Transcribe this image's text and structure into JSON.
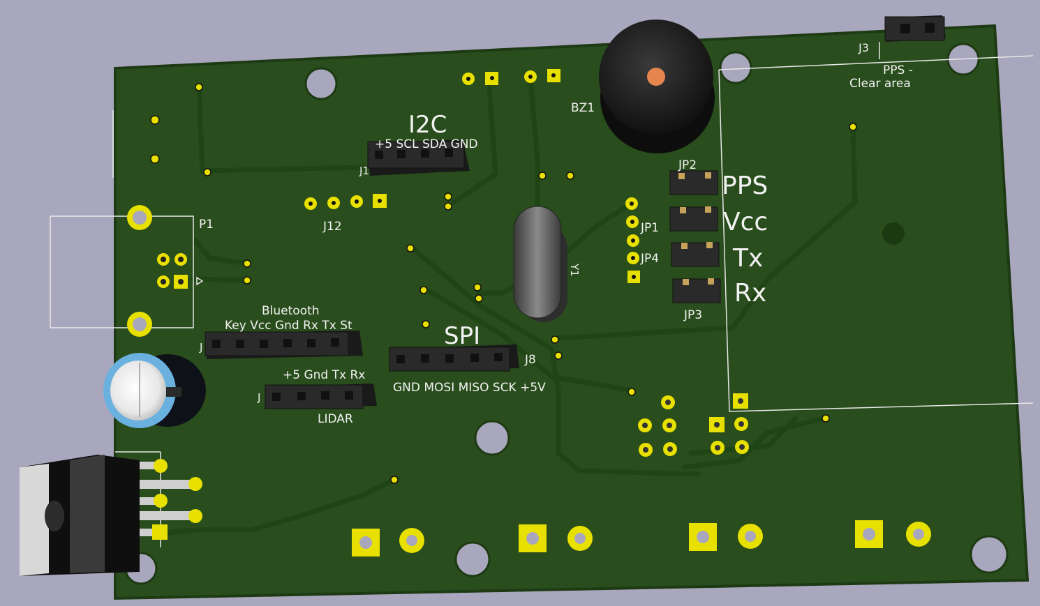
{
  "colors": {
    "background": "#a9a7bd",
    "board": "#294d1c",
    "board_edge": "#1e3a14",
    "trace": "#1f4515",
    "pad": "#e8e000",
    "silkscreen": "#f2f2f2",
    "header_body": "#2a2a2a"
  },
  "labels": {
    "i2c": "I2C",
    "i2c_pins": "+5  SCL  SDA  GND",
    "bz1": "BZ1",
    "j3": "J3",
    "pps_clear": "PPS -",
    "clear_area": "Clear area",
    "jp2": "JP2",
    "pps": "PPS",
    "jp1": "JP1",
    "vcc": "Vcc",
    "jp4": "JP4",
    "tx": "Tx",
    "rx": "Rx",
    "jp3": "JP3",
    "y1": "Y1",
    "p1": "P1",
    "j12": "J12",
    "bluetooth": "Bluetooth",
    "bt_pins": "Key Vcc Gnd Rx Tx St",
    "spi": "SPI",
    "j8": "J8",
    "spi_pins": "GND MOSI MISO SCK +5V",
    "lidar_pins": "+5  Gnd  Tx  Rx",
    "lidar": "LIDAR",
    "j_prefix": "J",
    "j_i2c": "J1"
  }
}
